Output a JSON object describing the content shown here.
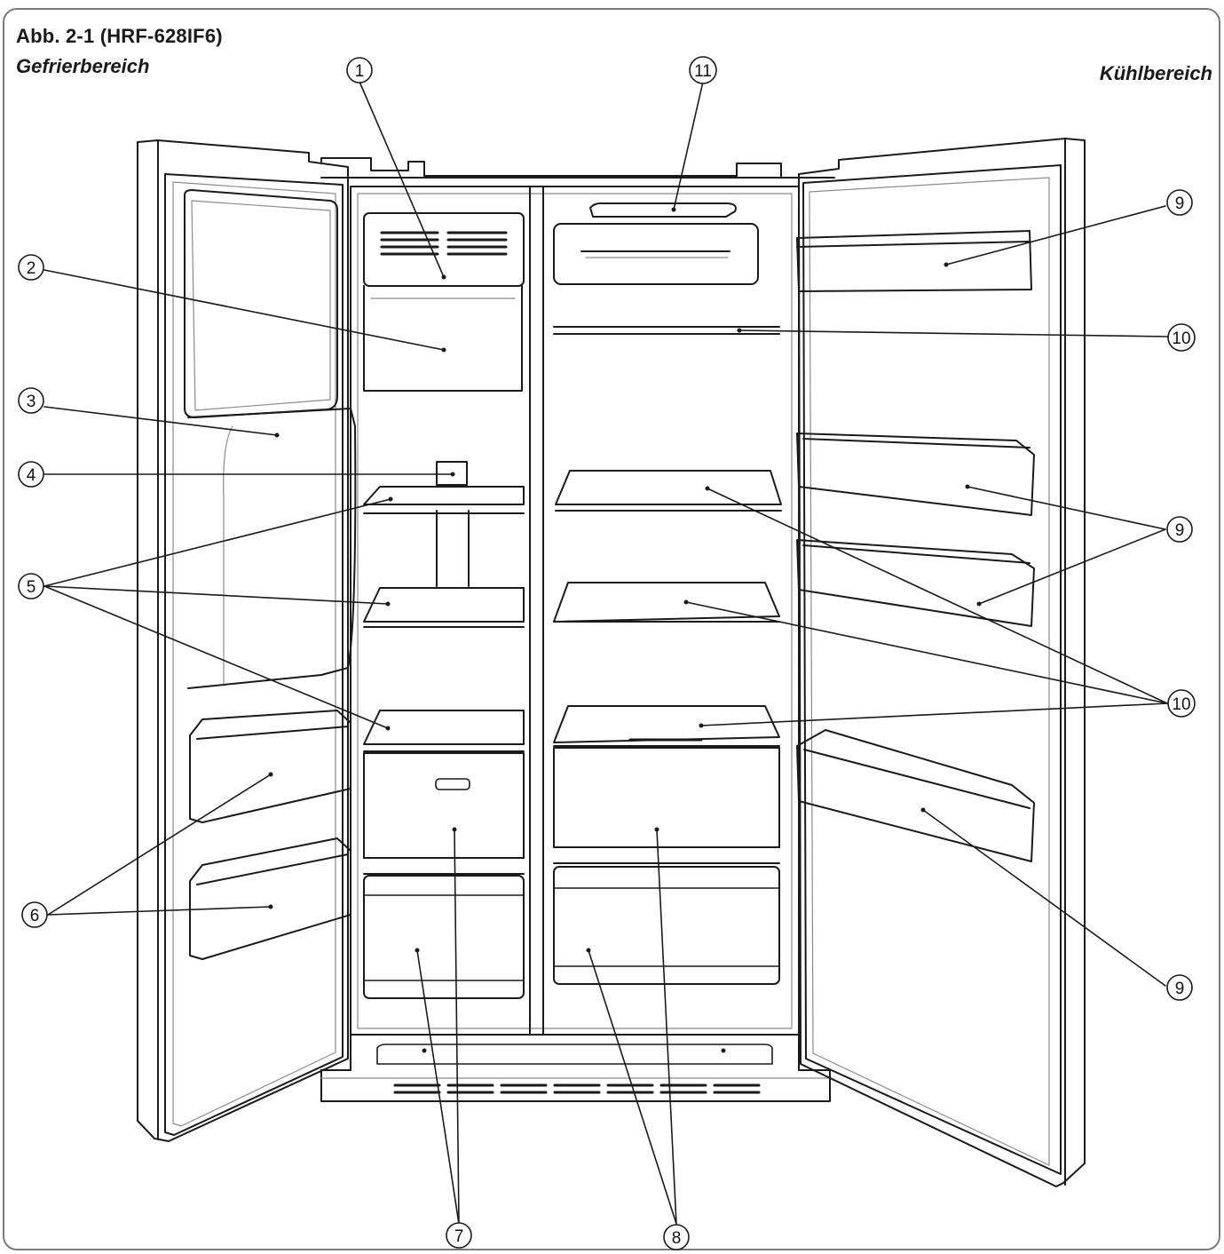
{
  "figure": {
    "title": "Abb. 2-1 (HRF-628IF6)",
    "left_zone_label": "Gefrierbereich",
    "right_zone_label": "Kühlbereich"
  },
  "callouts": [
    {
      "id": "c1",
      "number": "1"
    },
    {
      "id": "c2",
      "number": "2"
    },
    {
      "id": "c3",
      "number": "3"
    },
    {
      "id": "c4",
      "number": "4"
    },
    {
      "id": "c5",
      "number": "5"
    },
    {
      "id": "c6",
      "number": "6"
    },
    {
      "id": "c7",
      "number": "7"
    },
    {
      "id": "c8",
      "number": "8"
    },
    {
      "id": "c9a",
      "number": "9"
    },
    {
      "id": "c9b",
      "number": "9"
    },
    {
      "id": "c9c",
      "number": "9"
    },
    {
      "id": "c10a",
      "number": "10"
    },
    {
      "id": "c10b",
      "number": "10"
    },
    {
      "id": "c11",
      "number": "11"
    }
  ],
  "colors": {
    "line": "#1a1a1a",
    "light_line": "#8c8c8c",
    "frame": "#7a7a7a"
  }
}
